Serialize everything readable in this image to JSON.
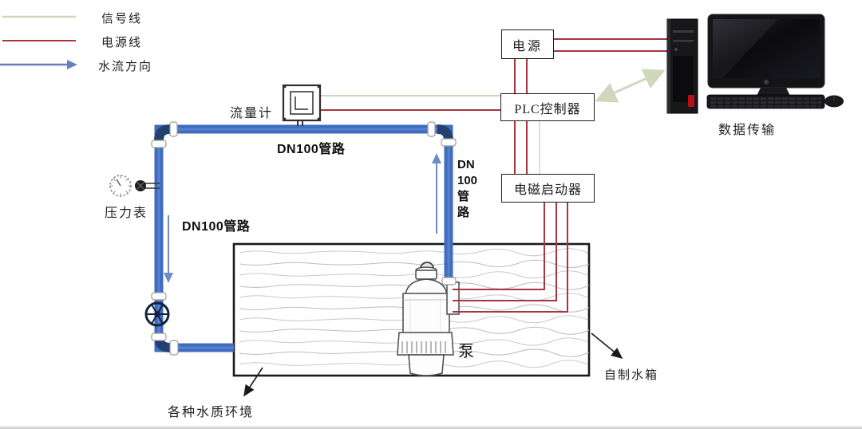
{
  "colors": {
    "pipe_blue": "#3f6cc0",
    "pipe_elbow_dark": "#24406f",
    "wire_red": "#a93540",
    "wire_signal_beige": "#d6d0be",
    "flow_arrow_blue": "#718cc4",
    "data_arrow_sage": "#cfd8bd",
    "tank_stroke": "#1a1a1a",
    "water_wave_gray": "#c9c9c9"
  },
  "legend": {
    "signal_label": "信号线",
    "power_label": "电源线",
    "flow_label": "水流方向"
  },
  "devices": {
    "flow_meter_label": "流量计",
    "pressure_gauge_label": "压力表",
    "power_box_label": "电源",
    "plc_box_label": "PLC控制器",
    "starter_box_label": "电磁启动器",
    "computer_label": "数据传输",
    "pump_label": "泵"
  },
  "pipes": {
    "dn100_top_label": "DN100管路",
    "dn100_left_label": "DN100管路",
    "dn100_right_label": "DN\n100\n管\n路"
  },
  "annotations": {
    "tank_label": "自制水箱",
    "water_env_label": "各种水质环境"
  }
}
